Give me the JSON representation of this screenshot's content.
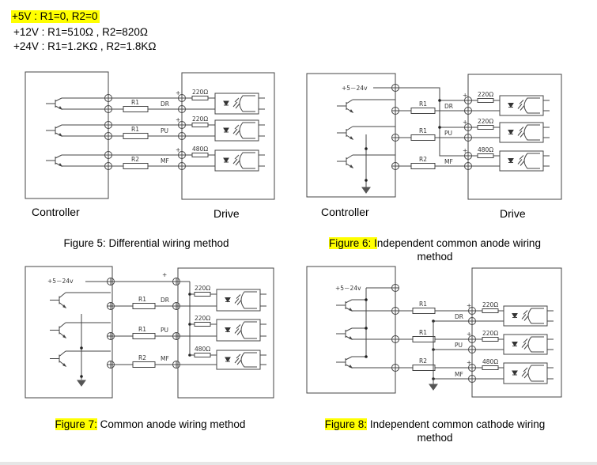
{
  "resistor_notes": [
    {
      "voltage": "+5V",
      "text": "+5V : R1=0, R2=0",
      "highlighted": true
    },
    {
      "voltage": "+12V",
      "text": "+12V : R1=510Ω , R2=820Ω",
      "highlighted": false
    },
    {
      "voltage": "+24V",
      "text": "+24V : R1=1.2KΩ , R2=1.8KΩ",
      "highlighted": false
    }
  ],
  "highlight_color": "#ffff00",
  "figures": [
    {
      "id": "fig5",
      "caption_prefix": "",
      "caption_rest": "Figure 5: Differential wiring method",
      "controller_label": "Controller",
      "drive_label": "Drive",
      "signals": [
        {
          "name": "DR",
          "resistor": "R1",
          "drive_resistor": "220Ω"
        },
        {
          "name": "PU",
          "resistor": "R1",
          "drive_resistor": "220Ω"
        },
        {
          "name": "MF",
          "resistor": "R2",
          "drive_resistor": "480Ω"
        }
      ]
    },
    {
      "id": "fig6",
      "caption_prefix": "Figure 6: I",
      "caption_rest": "ndependent common anode wiring",
      "caption_line2": "method",
      "controller_label": "Controller",
      "drive_label": "Drive",
      "supply_label": "+5－24v",
      "signals": [
        {
          "name": "DR",
          "resistor": "R1",
          "drive_resistor": "220Ω"
        },
        {
          "name": "PU",
          "resistor": "R1",
          "drive_resistor": "220Ω"
        },
        {
          "name": "MF",
          "resistor": "R2",
          "drive_resistor": "480Ω"
        }
      ]
    },
    {
      "id": "fig7",
      "caption_prefix": "Figure 7:",
      "caption_rest": " Common anode wiring method",
      "supply_label": "+5－24v",
      "signals": [
        {
          "name": "DR",
          "resistor": "R1",
          "drive_resistor": "220Ω"
        },
        {
          "name": "PU",
          "resistor": "R1",
          "drive_resistor": "220Ω"
        },
        {
          "name": "MF",
          "resistor": "R2",
          "drive_resistor": "480Ω"
        }
      ]
    },
    {
      "id": "fig8",
      "caption_prefix": "Figure 8:",
      "caption_rest": " Independent common cathode wiring",
      "caption_line2": "method",
      "supply_label": "+5－24v",
      "signals": [
        {
          "name": "DR",
          "resistor": "R1",
          "drive_resistor": "220Ω"
        },
        {
          "name": "PU",
          "resistor": "R1",
          "drive_resistor": "220Ω"
        },
        {
          "name": "MF",
          "resistor": "R2",
          "drive_resistor": "480Ω"
        }
      ]
    }
  ],
  "plus_sign": "+"
}
